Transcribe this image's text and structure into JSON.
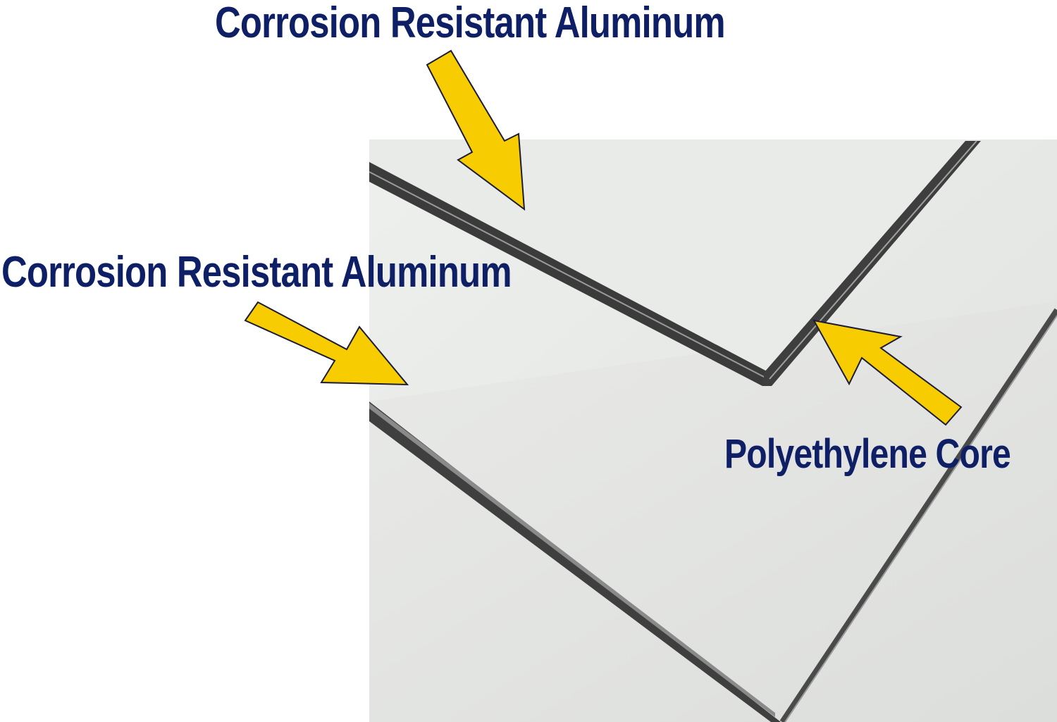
{
  "labels": {
    "top_aluminum": "Corrosion Resistant Aluminum",
    "left_aluminum": "Corrosion Resistant Aluminum",
    "core": "Polyethylene Core"
  },
  "colors": {
    "label_text": "#0f1f66",
    "arrow_fill": "#f7cc00",
    "arrow_outline": "#1b1b3a",
    "panel_surface": "#e8e9e7",
    "panel_edge": "#3a3a3a",
    "background": "#ffffff"
  }
}
